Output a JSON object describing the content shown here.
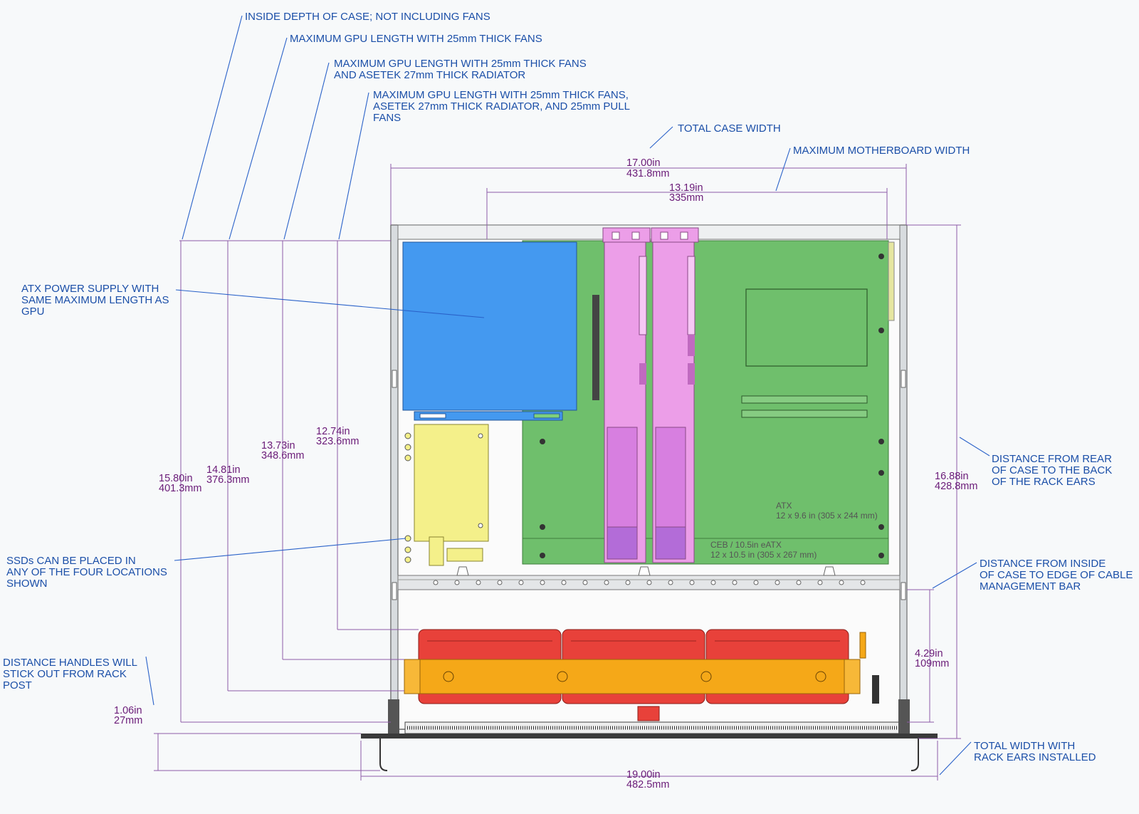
{
  "callouts": {
    "inside_depth": "INSIDE DEPTH OF CASE; NOT INCLUDING FANS",
    "gpu_25mm_fans": "MAXIMUM GPU LENGTH WITH 25mm THICK FANS",
    "gpu_radiator": [
      "MAXIMUM GPU LENGTH WITH 25mm THICK FANS",
      "AND ASETEK 27mm THICK RADIATOR"
    ],
    "gpu_pull_fans": [
      "MAXIMUM GPU LENGTH WITH 25mm THICK FANS,",
      "ASETEK 27mm THICK RADIATOR, AND 25mm PULL",
      "FANS"
    ],
    "total_case_width": "TOTAL CASE WIDTH",
    "max_motherboard_width": "MAXIMUM MOTHERBOARD WIDTH",
    "atx_psu": [
      "ATX POWER SUPPLY WITH",
      "SAME MAXIMUM LENGTH AS",
      "GPU"
    ],
    "ssd_locations": [
      "SSDs CAN BE PLACED IN",
      "ANY OF THE FOUR LOCATIONS",
      "SHOWN"
    ],
    "handles": [
      "DISTANCE HANDLES WILL",
      "STICK OUT FROM RACK",
      "POST"
    ],
    "rear_to_ears": [
      "DISTANCE FROM REAR",
      "OF CASE TO THE BACK",
      "OF THE RACK EARS"
    ],
    "cable_bar": [
      "DISTANCE FROM INSIDE",
      "OF CASE TO EDGE OF CABLE",
      "MANAGEMENT BAR"
    ],
    "total_width_ears": [
      "TOTAL WIDTH WITH",
      "RACK EARS INSTALLED"
    ]
  },
  "dimensions": {
    "case_width": [
      "17.00in",
      "431.8mm"
    ],
    "mb_width": [
      "13.19in",
      "335mm"
    ],
    "depth_15_80": [
      "15.80in",
      "401.3mm"
    ],
    "depth_14_81": [
      "14.81in",
      "376.3mm"
    ],
    "depth_13_73": [
      "13.73in",
      "348.6mm"
    ],
    "depth_12_74": [
      "12.74in",
      "323.6mm"
    ],
    "depth_16_88": [
      "16.88in",
      "428.8mm"
    ],
    "cable_bar": [
      "4.29in",
      "109mm"
    ],
    "handles": [
      "1.06in",
      "27mm"
    ],
    "total_width": [
      "19.00in",
      "482.5mm"
    ]
  },
  "board_labels": {
    "atx": [
      "ATX",
      "12 x 9.6 in (305 x 244 mm)"
    ],
    "ceb": [
      "CEB / 10.5in eATX",
      "12 x 10.5 in (305 x 267 mm)"
    ]
  },
  "colors": {
    "psu": "#4499f0",
    "motherboard": "#6fbf6c",
    "gpu": "#ec9ee8",
    "ssd": "#f4f08a",
    "fans": "#e8413a",
    "radiator": "#f5a818",
    "callout_text": "#1b4fa8",
    "dimension_text": "#6a1b78"
  }
}
